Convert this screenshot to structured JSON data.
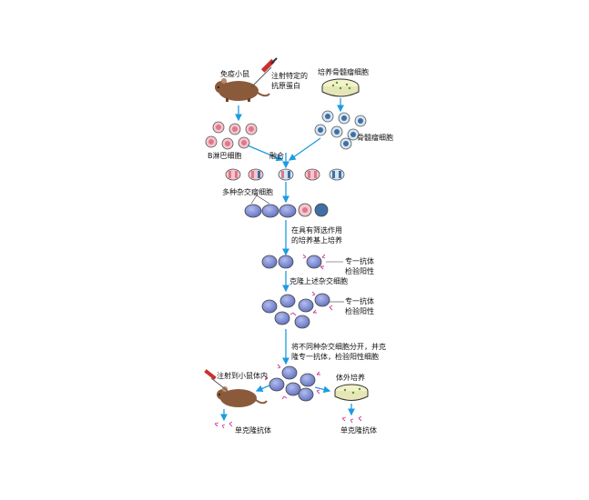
{
  "labels": {
    "immunized_mouse": "免疫小鼠",
    "inject_antigen": "注射特定的\n抗原蛋白",
    "culture_myeloma": "培养骨髓瘤细胞",
    "myeloma_cells": "骨髓瘤细胞",
    "b_lymphocytes": "B淋巴细胞",
    "fusion": "融合",
    "multiple_hybridomas": "多种杂交瘤细胞",
    "selective_medium": "在具有筛选作用\n的培养基上培养",
    "specific_antibody_positive_1": "专一抗体\n检验阳性",
    "clone_hybridomas": "克隆上述杂交细胞",
    "specific_antibody_positive_2": "专一抗体\n检验阳性",
    "separate_clone": "将不同种杂交细胞分开，并克\n隆专一抗体，检验阳性细胞",
    "inject_into_mouse": "注射到小鼠体内",
    "in_vitro_culture": "体外培养",
    "monoclonal_antibody_left": "单克隆抗体",
    "monoclonal_antibody_right": "单克隆抗体"
  },
  "colors": {
    "arrow": "#1e9be0",
    "b_cell_fill": "#f4c6cf",
    "b_cell_nucleus": "#e0788a",
    "myeloma_fill": "#d5e6f3",
    "myeloma_nucleus": "#3f6fa4",
    "hybrid_fill": "#7f8fd3",
    "hybrid_nucleus": "#2f3f8f",
    "antibody": "#d0359a",
    "mouse": "#8a5a3a",
    "dish_fill": "#f3f2c8"
  }
}
